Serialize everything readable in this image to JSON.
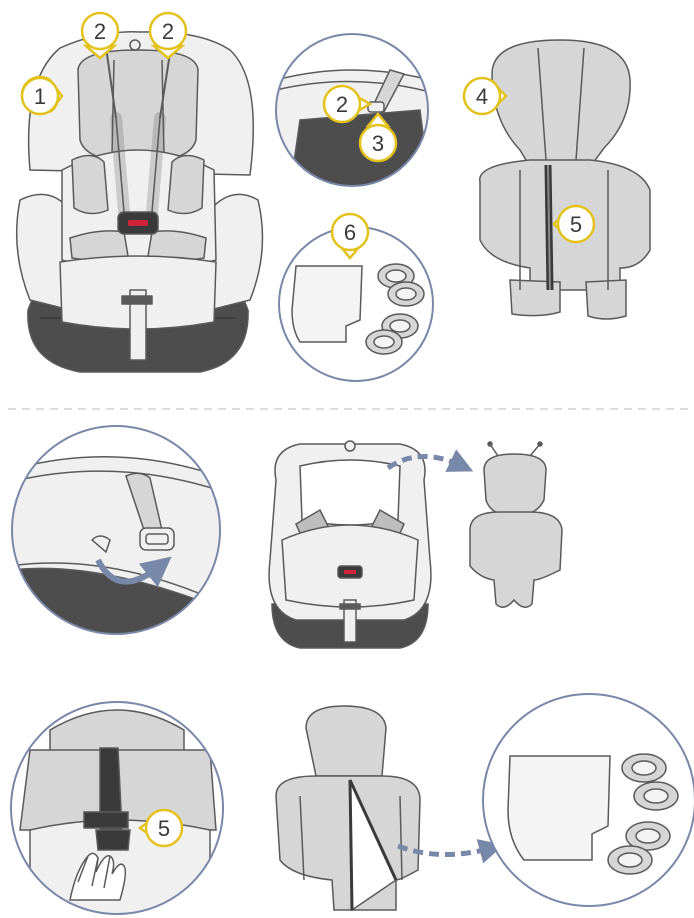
{
  "colors": {
    "outline": "#5a5a5a",
    "seat_fill": "#f0f0f0",
    "cover_fill": "#d6d6d6",
    "cover_dark": "#c4c4c4",
    "base": "#4d4d4d",
    "circle_ring": "#7888a8",
    "arrow": "#7888a8",
    "callout_border": "#e4c21c",
    "buckle_red": "#d1243a",
    "divider": "#d0d0d0"
  },
  "callouts": {
    "c1": "1",
    "c2a": "2",
    "c2b": "2",
    "c2c": "2",
    "c3": "3",
    "c4": "4",
    "c5a": "5",
    "c6": "6",
    "c5b": "5"
  },
  "icons": [
    "hand-icon",
    "dashed-arrow-icon",
    "curved-arrow-icon"
  ]
}
